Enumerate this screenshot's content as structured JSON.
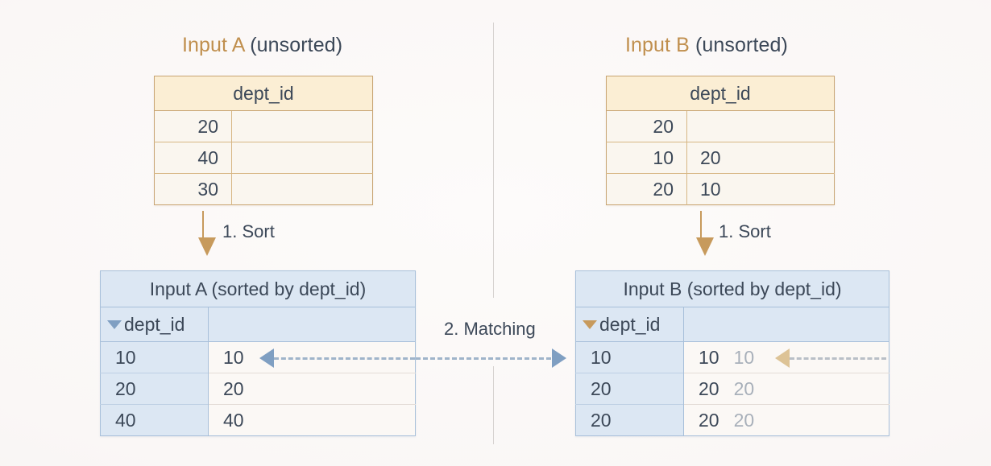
{
  "background_color": "#faf7f6",
  "accent_tan": "#c08f4e",
  "accent_blue": "#7f9fc2",
  "text_color": "#3c4858",
  "left": {
    "unsorted": {
      "title_name": "Input A",
      "title_paren": "(unsorted)",
      "column_header": "dept_id",
      "rows": [
        {
          "key": "20",
          "value": ""
        },
        {
          "key": "40",
          "value": ""
        },
        {
          "key": "30",
          "value": ""
        }
      ]
    },
    "step_label": "1. Sort",
    "sorted": {
      "title": "Input A (sorted by dept_id)",
      "column_header": "dept_id",
      "sort_caret": "caret-down-icon",
      "rows": [
        {
          "key": "10",
          "primary": "10",
          "secondary": ""
        },
        {
          "key": "20",
          "primary": "20",
          "secondary": ""
        },
        {
          "key": "40",
          "primary": "40",
          "secondary": ""
        }
      ]
    }
  },
  "right": {
    "unsorted": {
      "title_name": "Input B",
      "title_paren": "(unsorted)",
      "column_header": "dept_id",
      "rows": [
        {
          "key": "20",
          "value": ""
        },
        {
          "key": "10",
          "value": "20"
        },
        {
          "key": "20",
          "value": "10"
        }
      ]
    },
    "step_label": "1. Sort",
    "sorted": {
      "title": "Input B (sorted by dept_id)",
      "column_header": "dept_id",
      "sort_caret": "caret-down-icon",
      "rows": [
        {
          "key": "10",
          "primary": "10",
          "secondary": "10"
        },
        {
          "key": "20",
          "primary": "20",
          "secondary": "20"
        },
        {
          "key": "20",
          "primary": "20",
          "secondary": "20"
        }
      ]
    }
  },
  "middle": {
    "matching_label": "2. Matching"
  }
}
